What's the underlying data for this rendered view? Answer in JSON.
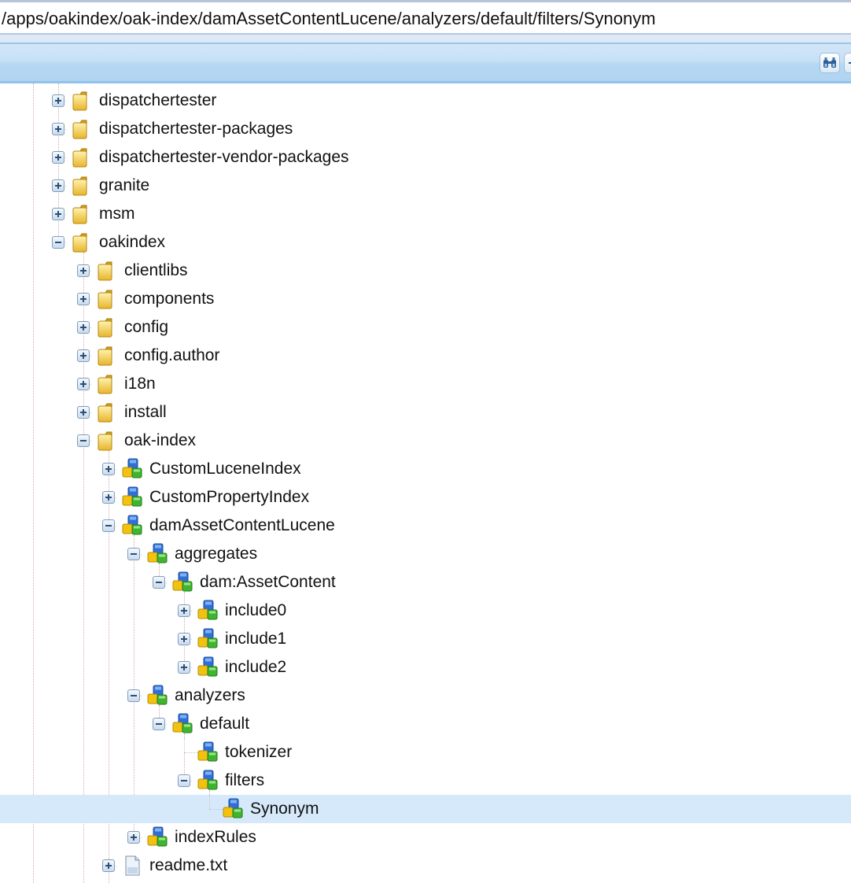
{
  "path_bar": {
    "value": "/apps/oakindex/oak-index/damAssetContentLucene/analyzers/default/filters/Synonym"
  },
  "toolbar": {
    "buttons": [
      {
        "icon": "binoculars-icon",
        "tooltip": "Find"
      },
      {
        "icon": "more-icon",
        "tooltip": ""
      }
    ]
  },
  "tree": {
    "selected": "Synonym",
    "nodes": [
      {
        "label": "dispatchertester",
        "depth": 0,
        "type": "folder",
        "toggle": "plus"
      },
      {
        "label": "dispatchertester-packages",
        "depth": 0,
        "type": "folder",
        "toggle": "plus"
      },
      {
        "label": "dispatchertester-vendor-packages",
        "depth": 0,
        "type": "folder",
        "toggle": "plus"
      },
      {
        "label": "granite",
        "depth": 0,
        "type": "folder",
        "toggle": "plus"
      },
      {
        "label": "msm",
        "depth": 0,
        "type": "folder",
        "toggle": "plus"
      },
      {
        "label": "oakindex",
        "depth": 0,
        "type": "folder",
        "toggle": "minus"
      },
      {
        "label": "clientlibs",
        "depth": 1,
        "type": "folder",
        "toggle": "plus"
      },
      {
        "label": "components",
        "depth": 1,
        "type": "folder",
        "toggle": "plus"
      },
      {
        "label": "config",
        "depth": 1,
        "type": "folder",
        "toggle": "plus"
      },
      {
        "label": "config.author",
        "depth": 1,
        "type": "folder",
        "toggle": "plus"
      },
      {
        "label": "i18n",
        "depth": 1,
        "type": "folder",
        "toggle": "plus"
      },
      {
        "label": "install",
        "depth": 1,
        "type": "folder",
        "toggle": "plus"
      },
      {
        "label": "oak-index",
        "depth": 1,
        "type": "folder",
        "toggle": "minus"
      },
      {
        "label": "CustomLuceneIndex",
        "depth": 2,
        "type": "node",
        "toggle": "plus"
      },
      {
        "label": "CustomPropertyIndex",
        "depth": 2,
        "type": "node",
        "toggle": "plus"
      },
      {
        "label": "damAssetContentLucene",
        "depth": 2,
        "type": "node",
        "toggle": "minus"
      },
      {
        "label": "aggregates",
        "depth": 3,
        "type": "node",
        "toggle": "minus"
      },
      {
        "label": "dam:AssetContent",
        "depth": 4,
        "type": "node",
        "toggle": "minus"
      },
      {
        "label": "include0",
        "depth": 5,
        "type": "node",
        "toggle": "plus"
      },
      {
        "label": "include1",
        "depth": 5,
        "type": "node",
        "toggle": "plus"
      },
      {
        "label": "include2",
        "depth": 5,
        "type": "node",
        "toggle": "plus"
      },
      {
        "label": "analyzers",
        "depth": 3,
        "type": "node",
        "toggle": "minus"
      },
      {
        "label": "default",
        "depth": 4,
        "type": "node",
        "toggle": "minus"
      },
      {
        "label": "tokenizer",
        "depth": 5,
        "type": "node",
        "toggle": "none"
      },
      {
        "label": "filters",
        "depth": 5,
        "type": "node",
        "toggle": "minus"
      },
      {
        "label": "Synonym",
        "depth": 6,
        "type": "node",
        "toggle": "none",
        "selected": true
      },
      {
        "label": "indexRules",
        "depth": 3,
        "type": "node",
        "toggle": "plus"
      },
      {
        "label": "readme.txt",
        "depth": 2,
        "type": "file",
        "toggle": "plus"
      }
    ]
  }
}
